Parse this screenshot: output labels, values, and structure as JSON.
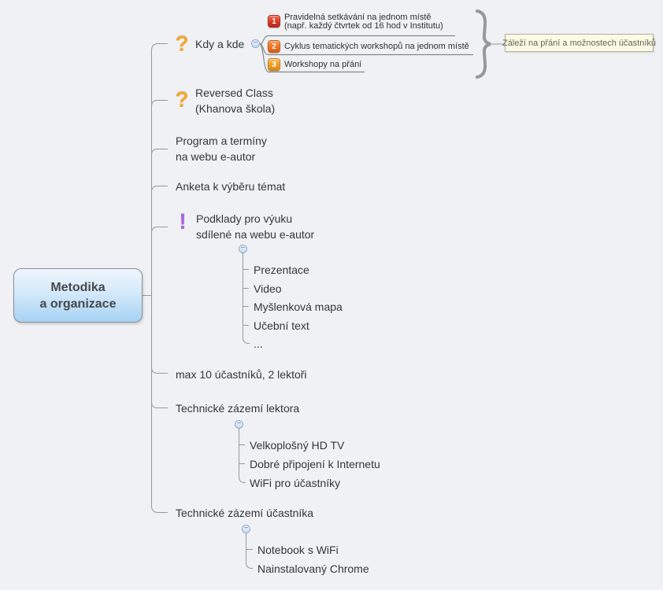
{
  "root": {
    "line1": "Metodika",
    "line2": "a organizace"
  },
  "branches": {
    "kdy_a_kde": {
      "label": "Kdy a kde",
      "icon": "question-mark"
    },
    "reversed_class": {
      "line1": "Reversed Class",
      "line2": "(Khanova škola)",
      "icon": "question-mark"
    },
    "program": {
      "line1": "Program a termíny",
      "line2": "na webu e-autor"
    },
    "anketa": {
      "label": "Anketa k výběru témat"
    },
    "podklady": {
      "line1": "Podklady pro výuku",
      "line2": "sdílené na webu e-autor",
      "icon": "exclamation-mark"
    },
    "max_ucastniku": {
      "label": "max 10 účastníků, 2 lektoři"
    },
    "zazemi_lektora": {
      "label": "Technické zázemí lektora"
    },
    "zazemi_ucastnika": {
      "label": "Technické zázemí účastníka"
    }
  },
  "kdy_children": [
    {
      "badge": "1",
      "line1": "Pravidelná setkávání na jednom místě",
      "line2": "(např. každý čtvrtek od 16 hod v Institutu)"
    },
    {
      "badge": "2",
      "line1": "Cyklus tematických workshopů na jednom místě"
    },
    {
      "badge": "3",
      "line1": "Workshopy na přání"
    }
  ],
  "note": "Záleží na přání a možnostech účastníků",
  "podklady_children": [
    "Prezentace",
    "Video",
    "Myšlenková mapa",
    "Učební text",
    "..."
  ],
  "lektor_children": [
    "Velkoplošný HD TV",
    "Dobré připojení k Internetu",
    "WiFi pro účastníky"
  ],
  "ucastnik_children": [
    "Notebook s WiFi",
    "Nainstalovaný Chrome"
  ],
  "icons": {
    "question_mark": "?",
    "exclamation_mark": "!",
    "collapse_minus": "−"
  },
  "colors": {
    "background": "#f0f1f4",
    "root_gradient_top": "#eef6fd",
    "root_gradient_bottom": "#a6d2f3",
    "badge_1": "#dd3b26",
    "badge_2": "#ee7425",
    "badge_3": "#eda02b",
    "question_icon": "#f2a832",
    "exclamation_icon": "#a865d9",
    "note_background": "#fafae6",
    "line_gray": "#97989c"
  }
}
